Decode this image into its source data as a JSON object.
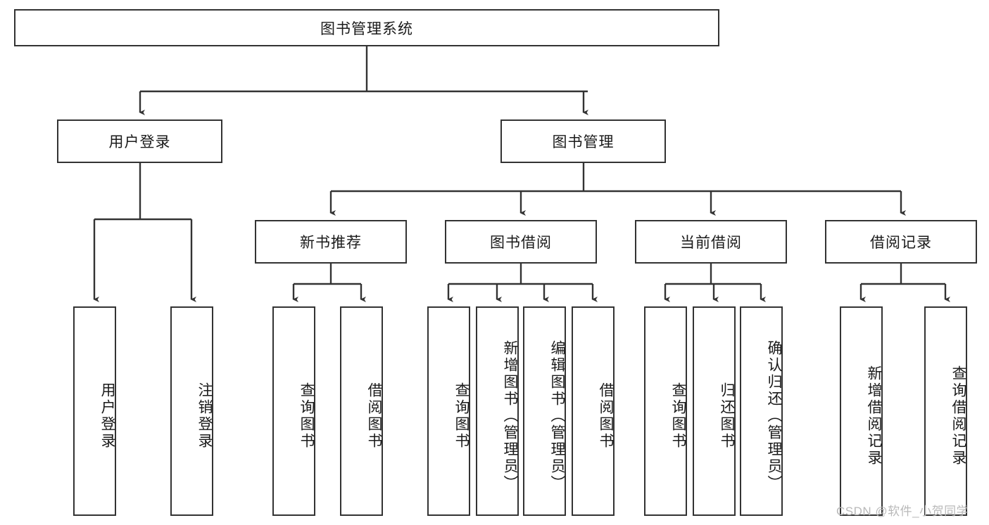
{
  "diagram": {
    "title": "图书管理系统",
    "type": "hierarchy-tree",
    "root": {
      "id": "root",
      "label": "图书管理系统"
    },
    "level2": [
      {
        "id": "user-login",
        "label": "用户登录"
      },
      {
        "id": "book-manage",
        "label": "图书管理"
      }
    ],
    "level3": [
      {
        "id": "new-book-recommend",
        "label": "新书推荐"
      },
      {
        "id": "book-borrow",
        "label": "图书借阅"
      },
      {
        "id": "current-borrow",
        "label": "当前借阅"
      },
      {
        "id": "borrow-record",
        "label": "借阅记录"
      }
    ],
    "leaves": {
      "user_login": [
        {
          "id": "leaf-user-login",
          "label": "用户登录"
        },
        {
          "id": "leaf-logout-login",
          "label": "注销登录"
        }
      ],
      "new_book_recommend": [
        {
          "id": "leaf-query-book-1",
          "label": "查询图书"
        },
        {
          "id": "leaf-borrow-book-1",
          "label": "借阅图书"
        }
      ],
      "book_borrow": [
        {
          "id": "leaf-query-book-2",
          "label": "查询图书"
        },
        {
          "id": "leaf-add-book",
          "label": "新增图书（管理员）"
        },
        {
          "id": "leaf-edit-book",
          "label": "编辑图书（管理员）"
        },
        {
          "id": "leaf-borrow-book-2",
          "label": "借阅图书"
        }
      ],
      "current_borrow": [
        {
          "id": "leaf-query-book-3",
          "label": "查询图书"
        },
        {
          "id": "leaf-return-book",
          "label": "归还图书"
        },
        {
          "id": "leaf-confirm-return",
          "label": "确认归还（管理员）"
        }
      ],
      "borrow_record": [
        {
          "id": "leaf-add-record",
          "label": "新增借阅记录"
        },
        {
          "id": "leaf-query-record",
          "label": "查询借阅记录"
        }
      ]
    }
  },
  "watermark": {
    "text": "CSDN @软件_小贺同学"
  },
  "colors": {
    "box_border": "#333333",
    "box_fill": "#ffffff",
    "line": "#333333",
    "text": "#1a1a1a",
    "watermark": "#b9b9b9"
  }
}
